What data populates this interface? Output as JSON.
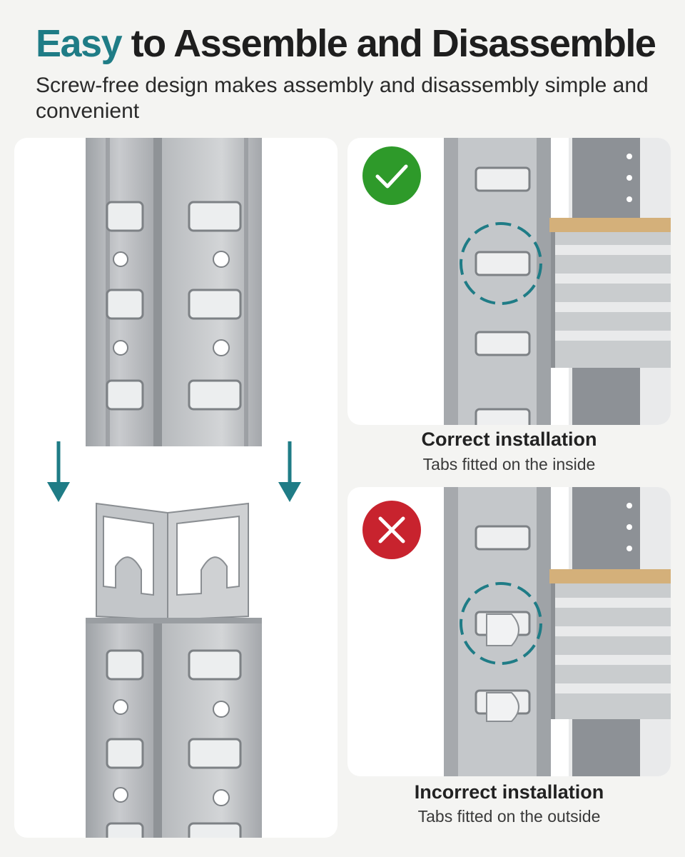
{
  "header": {
    "title_accent": "Easy",
    "title_rest": " to Assemble and Disassemble",
    "subtitle": "Screw-free design makes assembly and disassembly simple and convenient"
  },
  "correct": {
    "title": "Correct installation",
    "subtitle": "Tabs fitted on the inside",
    "status_icon": "check-icon",
    "color": "#2e9a2a"
  },
  "incorrect": {
    "title": "Incorrect installation",
    "subtitle": "Tabs fitted on the outside",
    "status_icon": "cross-icon",
    "color": "#c8232e"
  },
  "colors": {
    "accent": "#1f7c86",
    "metal": "#b9bcc0",
    "board": "#d4b07a"
  }
}
